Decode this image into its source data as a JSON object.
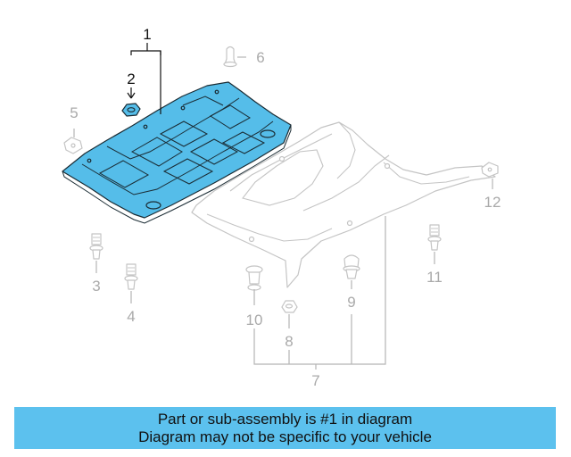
{
  "diagram": {
    "callouts": [
      {
        "id": "1",
        "highlighted": true
      },
      {
        "id": "2",
        "highlighted": true
      },
      {
        "id": "3",
        "highlighted": false
      },
      {
        "id": "4",
        "highlighted": false
      },
      {
        "id": "5",
        "highlighted": false
      },
      {
        "id": "6",
        "highlighted": false
      },
      {
        "id": "7",
        "highlighted": false
      },
      {
        "id": "8",
        "highlighted": false
      },
      {
        "id": "9",
        "highlighted": false
      },
      {
        "id": "10",
        "highlighted": false
      },
      {
        "id": "11",
        "highlighted": false
      },
      {
        "id": "12",
        "highlighted": false
      }
    ],
    "highlight_color": "#55bde9",
    "ghost_color": "#c4c4c4"
  },
  "banner": {
    "line1": "Part or sub-assembly is #1 in diagram",
    "line2": "Diagram may not be specific to your vehicle",
    "color": "#5cc1ee"
  }
}
